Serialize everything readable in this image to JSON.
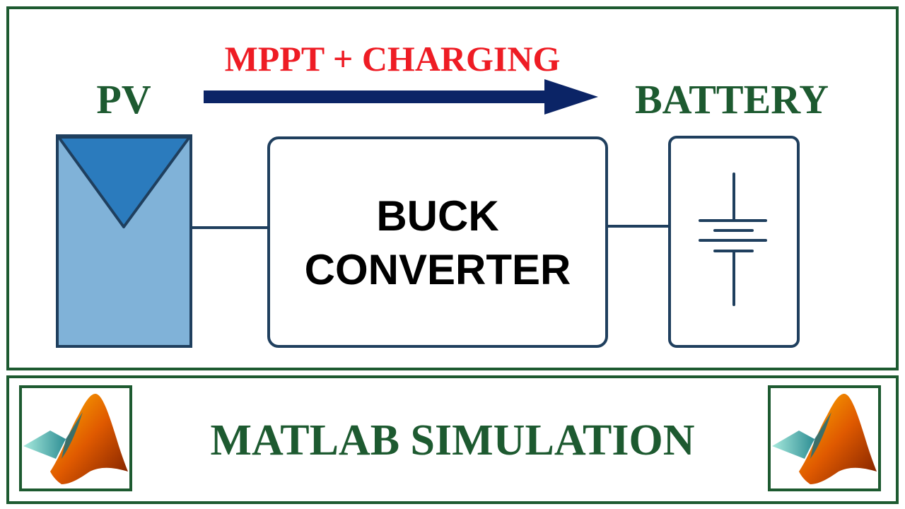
{
  "diagram": {
    "title": "MPPT + CHARGING",
    "source_label": "PV",
    "sink_label": "BATTERY",
    "converter": {
      "line1": "BUCK",
      "line2": "CONVERTER"
    },
    "footer": "MATLAB SIMULATION"
  },
  "colors": {
    "frame": "#1d5a30",
    "title_red": "#ee1c24",
    "arrow_navy": "#0b2466",
    "pv_panel_fill": "#80b2d8",
    "pv_triangle_fill": "#2b7bbd",
    "block_stroke": "#1f3f5e"
  },
  "icons": [
    "matlab-logo-icon",
    "battery-symbol-icon",
    "pv-panel-icon",
    "flow-arrow-icon"
  ]
}
